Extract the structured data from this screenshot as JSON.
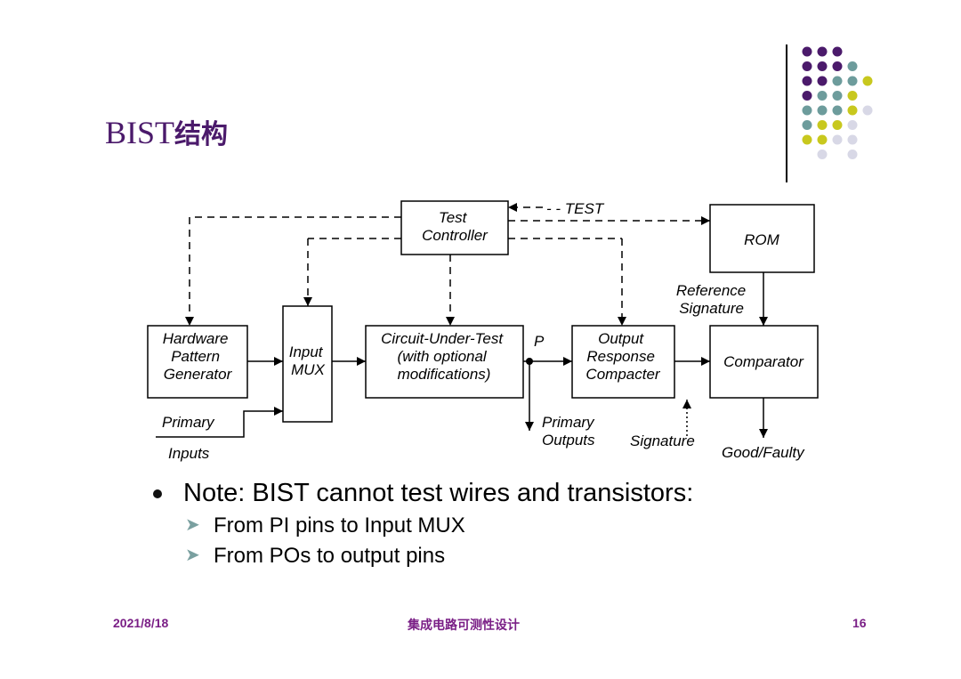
{
  "slide": {
    "title_latin": "BIST",
    "title_cn": "结构"
  },
  "diagram": {
    "test_controller": [
      "Test",
      "Controller"
    ],
    "test_signal": "- - TEST",
    "rom": "ROM",
    "reference_signature": [
      "Reference",
      "Signature"
    ],
    "hardware_pattern_generator": [
      "Hardware",
      "Pattern",
      "Generator"
    ],
    "input_mux": [
      "Input",
      "MUX"
    ],
    "circuit_under_test": [
      "Circuit-Under-Test",
      "(with optional",
      "modifications)"
    ],
    "node_p": "P",
    "output_response_compacter": [
      "Output",
      "Response",
      "Compacter"
    ],
    "comparator": "Comparator",
    "primary_inputs": [
      "Primary",
      "Inputs"
    ],
    "primary_outputs": [
      "Primary",
      "Outputs"
    ],
    "signature": "Signature",
    "good_faulty": "Good/Faulty"
  },
  "bullets": {
    "main": "Note: BIST cannot test wires and transistors:",
    "sub": [
      "From PI pins to Input MUX",
      "From POs to output pins"
    ]
  },
  "footer": {
    "date": "2021/8/18",
    "course": "集成电路可测性设计",
    "page": "16"
  },
  "colors": {
    "purple": "#4b1a6b",
    "teal": "#6d9c9c",
    "yellow": "#c8c81e",
    "lavender": "#d8d8e6",
    "footer": "#7a1f86"
  }
}
